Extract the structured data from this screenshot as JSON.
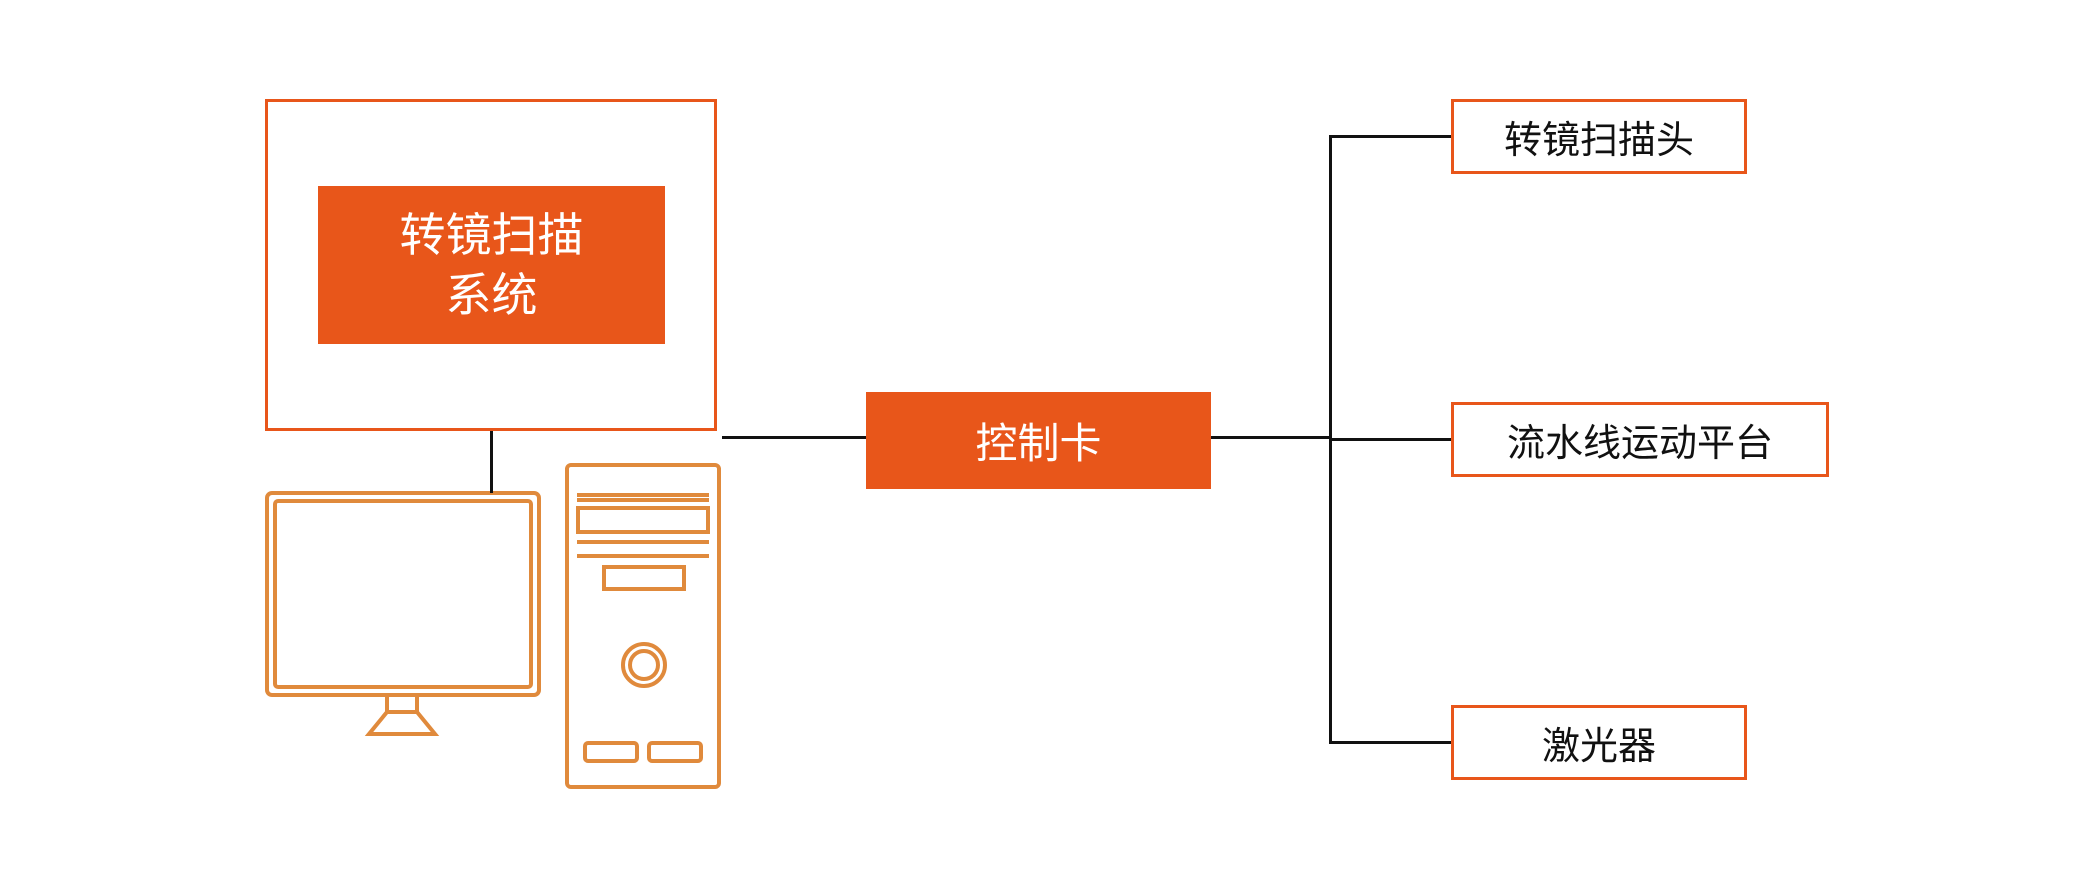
{
  "colors": {
    "accent": "#E8561A",
    "computer_outline": "#E08A3C",
    "line": "#111111",
    "text_on_accent": "#FFFFFF",
    "text_dark": "#111111"
  },
  "diagram": {
    "system_box": {
      "line1": "转镜扫描",
      "line2": "系统"
    },
    "control_card": {
      "label": "控制卡"
    },
    "outputs": {
      "scan_head": "转镜扫描头",
      "platform": "流水线运动平台",
      "laser": "激光器"
    },
    "icons": {
      "monitor": "monitor-icon",
      "tower": "pc-tower-icon"
    }
  }
}
